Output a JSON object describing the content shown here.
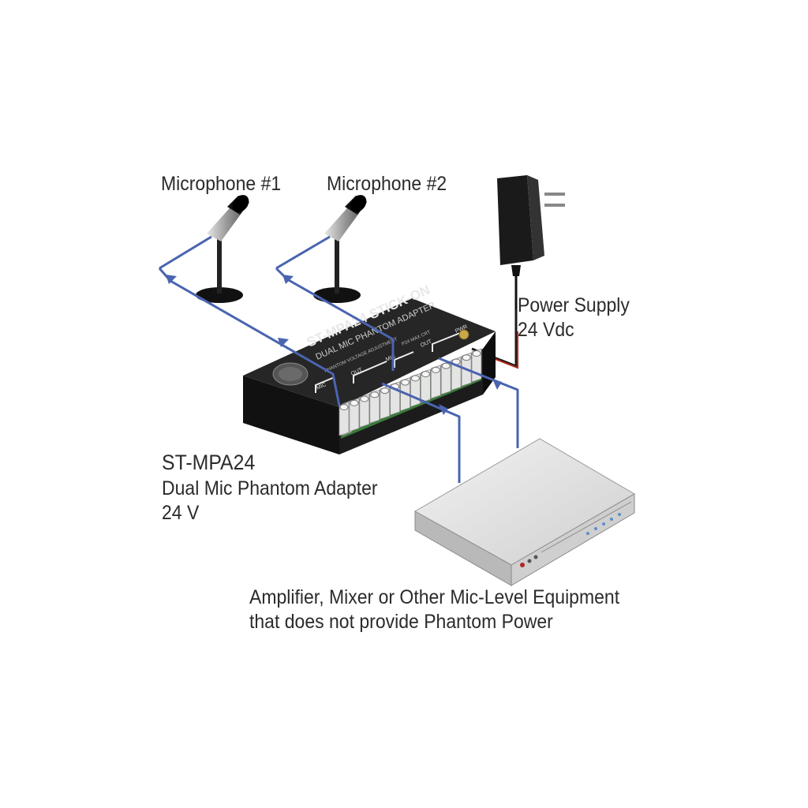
{
  "labels": {
    "mic1": "Microphone #1",
    "mic2": "Microphone #2",
    "power_supply": [
      "Power Supply",
      "24 Vdc"
    ],
    "device": [
      "ST-MPA24",
      "Dual Mic Phantom Adapter",
      "24 V"
    ],
    "equipment": [
      "Amplifier, Mixer or Other Mic-Level Equipment",
      "that does not provide Phantom Power"
    ]
  },
  "adapter_panel": {
    "model_text": "ST-MPA24 STICK-ON",
    "subtitle_text": "DUAL MIC PHANTOM ADAPTER",
    "small_text": "PHANTOM VOLTAGE ADJUSTMENT",
    "max_text": "P24 MAX CRT",
    "terminal_labels": [
      "MIC",
      "OUT",
      "MIC",
      "OUT",
      "PWR"
    ]
  },
  "colors": {
    "signal_wire": "#4a64b0",
    "power_wire_red": "#b3261e",
    "power_wire_black": "#1a1a1a",
    "adapter_body": "#1c1c1c",
    "equipment_body": "#d9d9d9"
  }
}
